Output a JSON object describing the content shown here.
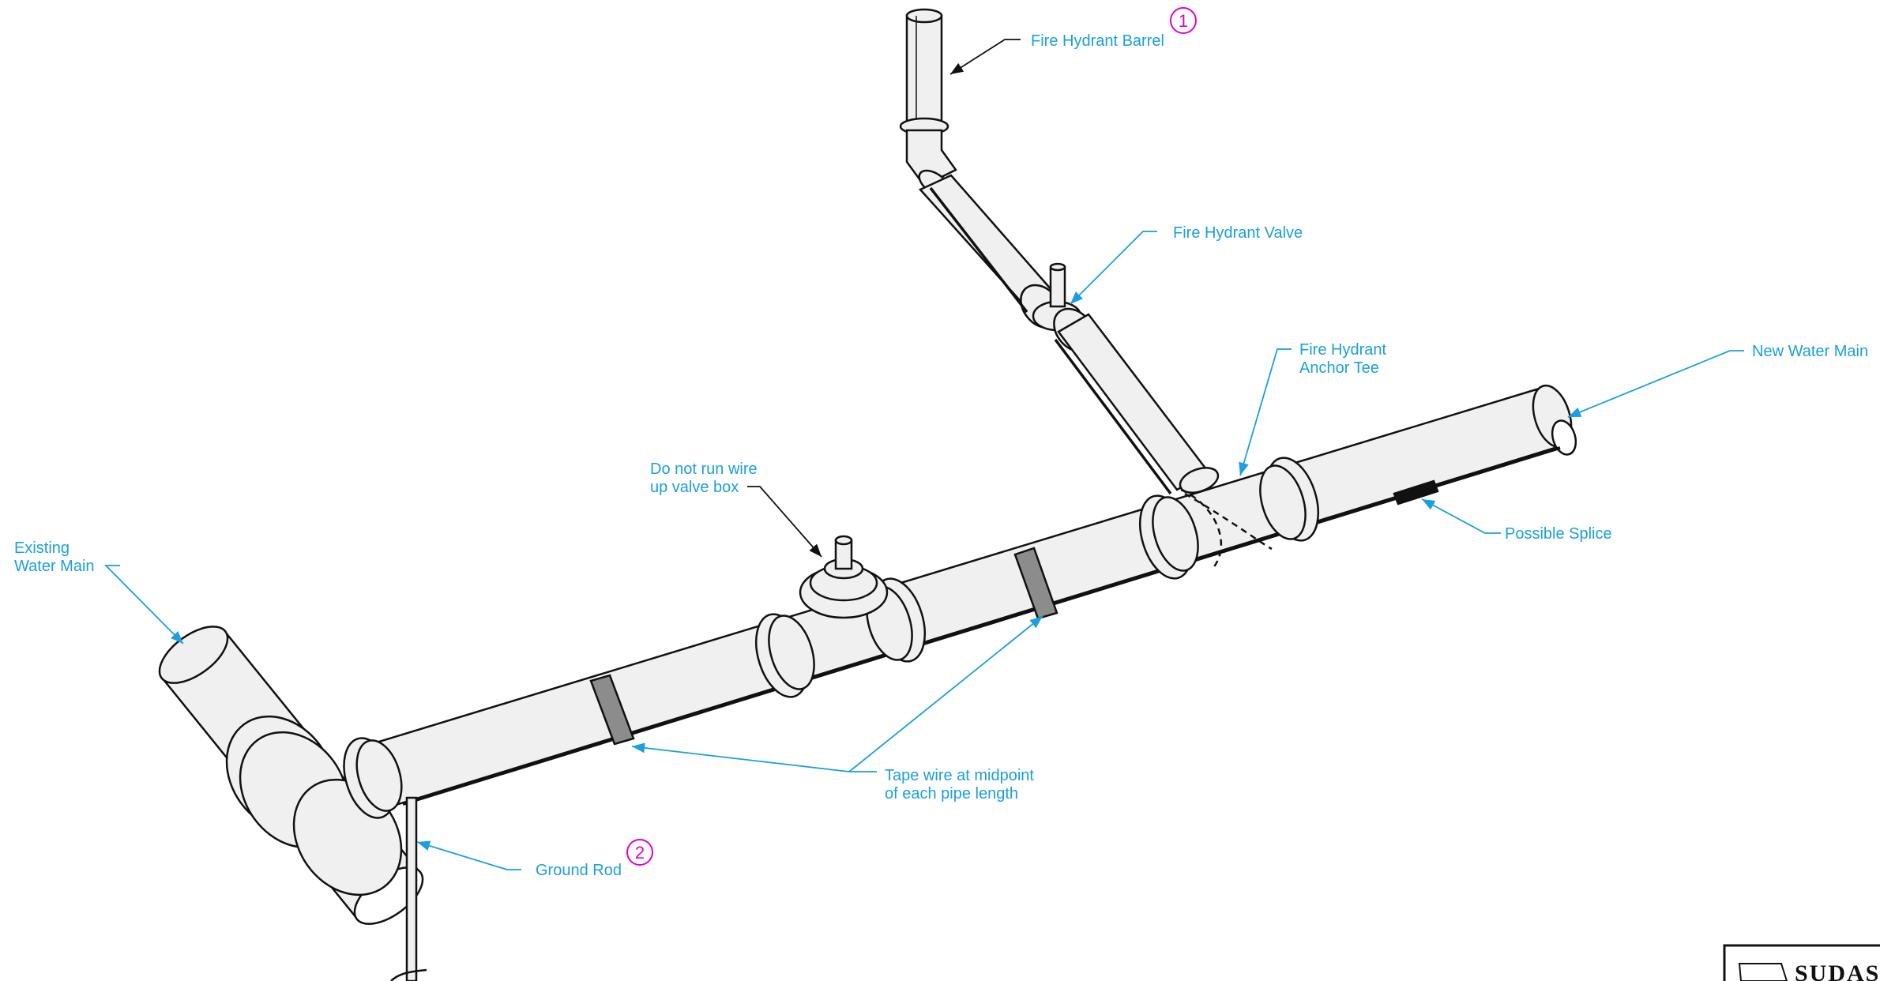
{
  "colors": {
    "callout": "#1a9fe0",
    "note": "#e000d0",
    "pipe_fill": "#f0f0f0",
    "stroke": "#111111",
    "tape": "#8c8c8c"
  },
  "labels": {
    "fire_hydrant_barrel": "Fire Hydrant Barrel",
    "fire_hydrant_valve": "Fire Hydrant Valve",
    "anchor_tee_line1": "Fire Hydrant",
    "anchor_tee_line2": "Anchor Tee",
    "new_water_main": "New Water Main",
    "possible_splice": "Possible Splice",
    "valve_box_line1": "Do not run wire",
    "valve_box_line2": "up valve box",
    "existing_main_line1": "Existing",
    "existing_main_line2": "Water Main",
    "tape_wire_line1": "Tape wire at midpoint",
    "tape_wire_line2": "of each pipe length",
    "ground_rod": "Ground Rod"
  },
  "notes": {
    "note_1": "1",
    "note_2": "2"
  },
  "logo": {
    "text": "SUDAS"
  }
}
